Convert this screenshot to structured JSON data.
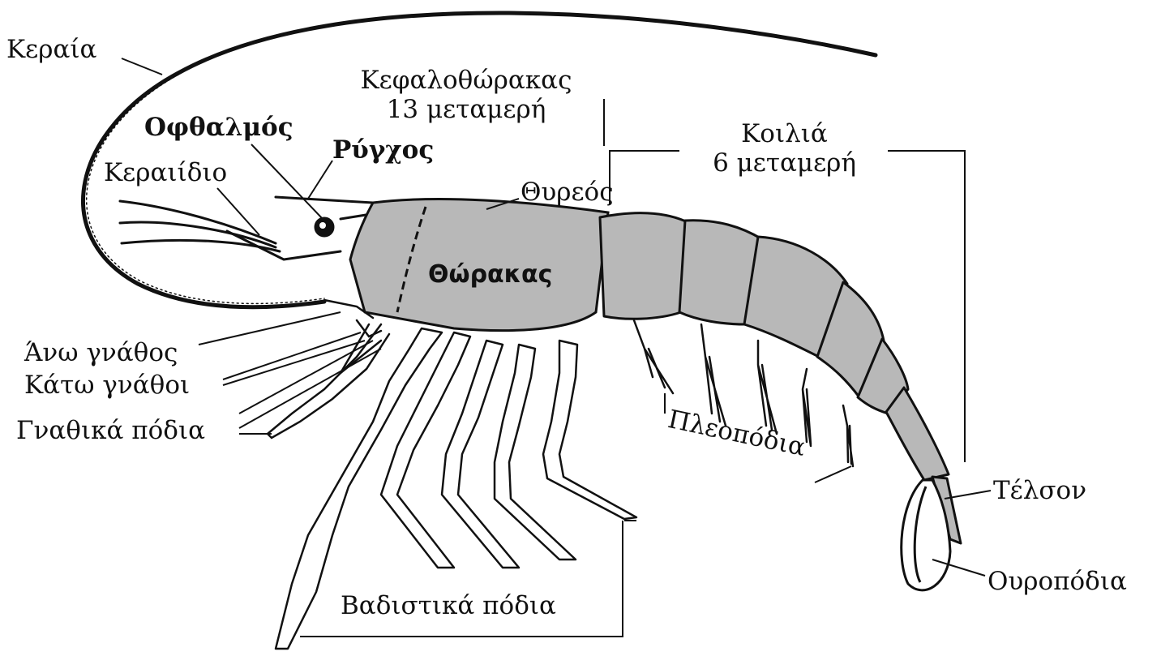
{
  "labels": {
    "antenna": "Κεραία",
    "eye": "Οφθαλμός",
    "antennule": "Κεραιίδιο",
    "rostrum": "Ρύγχος",
    "cephalothorax_line1": "Κεφαλοθώρακας",
    "cephalothorax_line2": "13 μεταμερή",
    "carapace": "Θυρεός",
    "thorax": "Θώρακας",
    "abdomen_line1": "Κοιλιά",
    "abdomen_line2": "6 μεταμερή",
    "mandible": "Άνω γνάθος",
    "maxillae": "Κάτω γνάθοι",
    "maxillipeds": "Γναθικά πόδια",
    "pleopods": "Πλεοπόδια",
    "telson": "Τέλσον",
    "uropods": "Ουροπόδια",
    "walking_legs": "Βαδιστικά πόδια"
  },
  "colors": {
    "body_fill": "#b8b8b8",
    "stroke": "#111111",
    "background": "#ffffff"
  }
}
